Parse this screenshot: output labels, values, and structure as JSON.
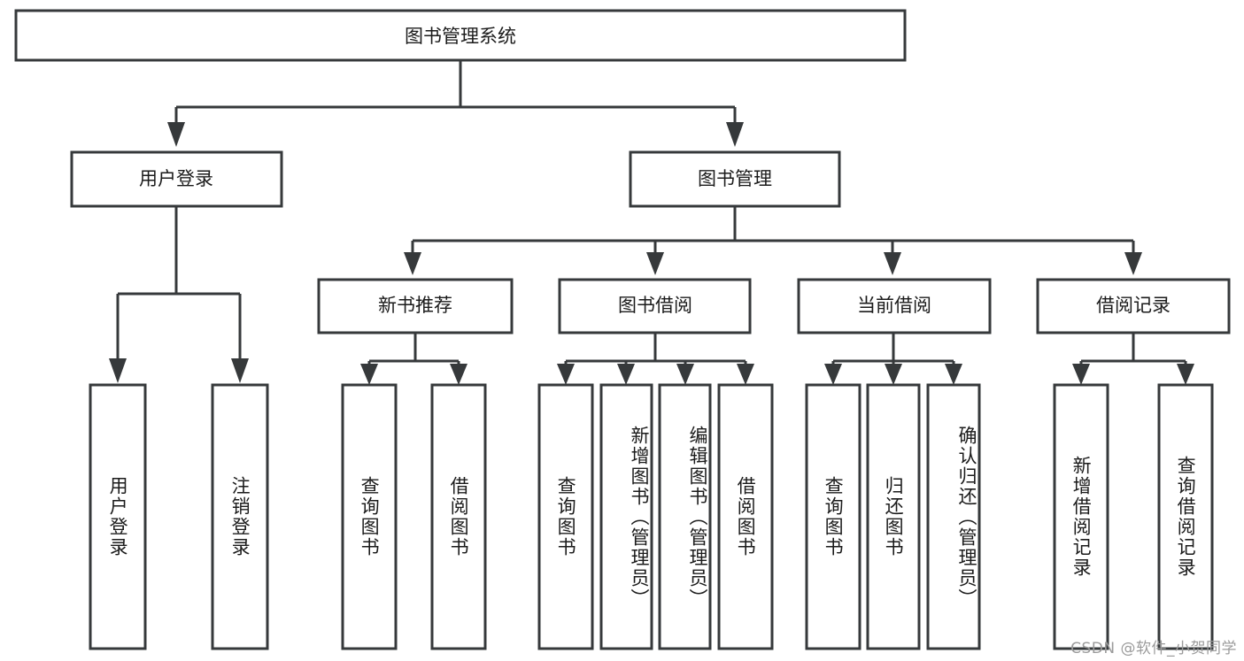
{
  "diagram": {
    "type": "tree-hierarchy",
    "title": "图书管理系统",
    "orientation": "top-down",
    "watermark": "CSDN @软件_小贺同学",
    "colors": {
      "box_stroke": "#36393b",
      "box_fill": "#ffffff",
      "text": "#1b1b1b",
      "connector": "#36393b",
      "background": "#ffffff",
      "watermark": "#9b9b9b"
    },
    "levels": {
      "root": {
        "label": "图书管理系统"
      },
      "level2": [
        {
          "id": "user-login",
          "label": "用户登录"
        },
        {
          "id": "book-management",
          "label": "图书管理"
        }
      ],
      "level3": [
        {
          "id": "new-book-recommend",
          "label": "新书推荐",
          "parent": "book-management"
        },
        {
          "id": "book-borrow",
          "label": "图书借阅",
          "parent": "book-management"
        },
        {
          "id": "current-borrow",
          "label": "当前借阅",
          "parent": "book-management"
        },
        {
          "id": "borrow-record",
          "label": "借阅记录",
          "parent": "book-management"
        }
      ],
      "leaves": [
        {
          "id": "leaf-user-login",
          "label": "用户登录",
          "parent": "user-login"
        },
        {
          "id": "leaf-logout",
          "label": "注销登录",
          "parent": "user-login"
        },
        {
          "id": "leaf-query-book-1",
          "label": "查询图书",
          "parent": "new-book-recommend"
        },
        {
          "id": "leaf-borrow-book-1",
          "label": "借阅图书",
          "parent": "new-book-recommend"
        },
        {
          "id": "leaf-query-book-2",
          "label": "查询图书",
          "parent": "book-borrow"
        },
        {
          "id": "leaf-add-book",
          "label": "新增图书（管理员）",
          "parent": "book-borrow"
        },
        {
          "id": "leaf-edit-book",
          "label": "编辑图书（管理员）",
          "parent": "book-borrow"
        },
        {
          "id": "leaf-borrow-book-2",
          "label": "借阅图书",
          "parent": "book-borrow"
        },
        {
          "id": "leaf-query-book-3",
          "label": "查询图书",
          "parent": "current-borrow"
        },
        {
          "id": "leaf-return-book",
          "label": "归还图书",
          "parent": "current-borrow"
        },
        {
          "id": "leaf-confirm-return",
          "label": "确认归还（管理员）",
          "parent": "current-borrow"
        },
        {
          "id": "leaf-add-record",
          "label": "新增借阅记录",
          "parent": "borrow-record"
        },
        {
          "id": "leaf-query-record",
          "label": "查询借阅记录",
          "parent": "borrow-record"
        }
      ]
    }
  }
}
